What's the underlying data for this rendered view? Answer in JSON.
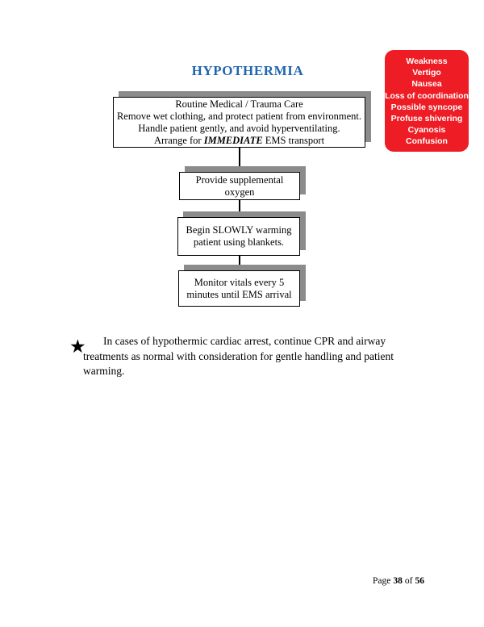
{
  "page": {
    "title": "HYPOTHERMIA",
    "footer": {
      "page_word": "Page",
      "page_number": "38",
      "of_word": "of",
      "total_pages": "56"
    }
  },
  "colors": {
    "title_blue": "#1F66AE",
    "alert_red": "#EE1C24",
    "shadow_gray": "#8B8B8B"
  },
  "symptoms": {
    "items": [
      "Weakness",
      "Vertigo",
      "Nausea",
      "Loss of coordination",
      "Possible syncope",
      "Profuse shivering",
      "Cyanosis",
      "Confusion"
    ]
  },
  "flowchart": {
    "step1": {
      "line1": "Routine Medical / Trauma Care",
      "line2": "Remove wet clothing, and protect patient from environment.",
      "line3": "Handle patient gently, and avoid hyperventilating.",
      "line4_prefix": "Arrange for ",
      "line4_emphasis": "IMMEDIATE",
      "line4_suffix": " EMS transport"
    },
    "step2": "Provide supplemental oxygen",
    "step3": "Begin SLOWLY warming patient using blankets.",
    "step4": "Monitor vitals every 5 minutes until EMS arrival"
  },
  "note": {
    "bullet": "★",
    "lines": [
      "In cases of hypothermic cardiac arrest, continue CPR and airway",
      "treatments as normal with consideration for gentle handling and patient",
      "warming."
    ]
  }
}
